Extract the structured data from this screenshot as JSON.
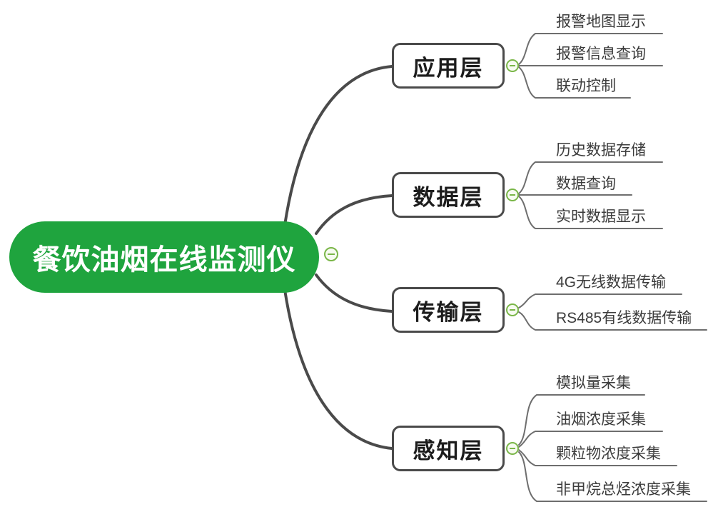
{
  "root": {
    "label": "餐饮油烟在线监测仪"
  },
  "branches": [
    {
      "label": "应用层",
      "leaves": [
        {
          "label": "报警地图显示"
        },
        {
          "label": "报警信息查询"
        },
        {
          "label": "联动控制"
        }
      ]
    },
    {
      "label": "数据层",
      "leaves": [
        {
          "label": "历史数据存储"
        },
        {
          "label": "数据查询"
        },
        {
          "label": "实时数据显示"
        }
      ]
    },
    {
      "label": "传输层",
      "leaves": [
        {
          "label": "4G无线数据传输"
        },
        {
          "label": "RS485有线数据传输"
        }
      ]
    },
    {
      "label": "感知层",
      "leaves": [
        {
          "label": "模拟量采集"
        },
        {
          "label": "油烟浓度采集"
        },
        {
          "label": "颗粒物浓度采集"
        },
        {
          "label": "非甲烷总烃浓度采集"
        }
      ]
    }
  ],
  "theme": {
    "root_fill": "#1fa43e",
    "root_text": "#ffffff",
    "branch_border": "#4a4a4a",
    "leaf_line": "#6e6e6e",
    "collapse_icon_green": "#7ab648"
  }
}
